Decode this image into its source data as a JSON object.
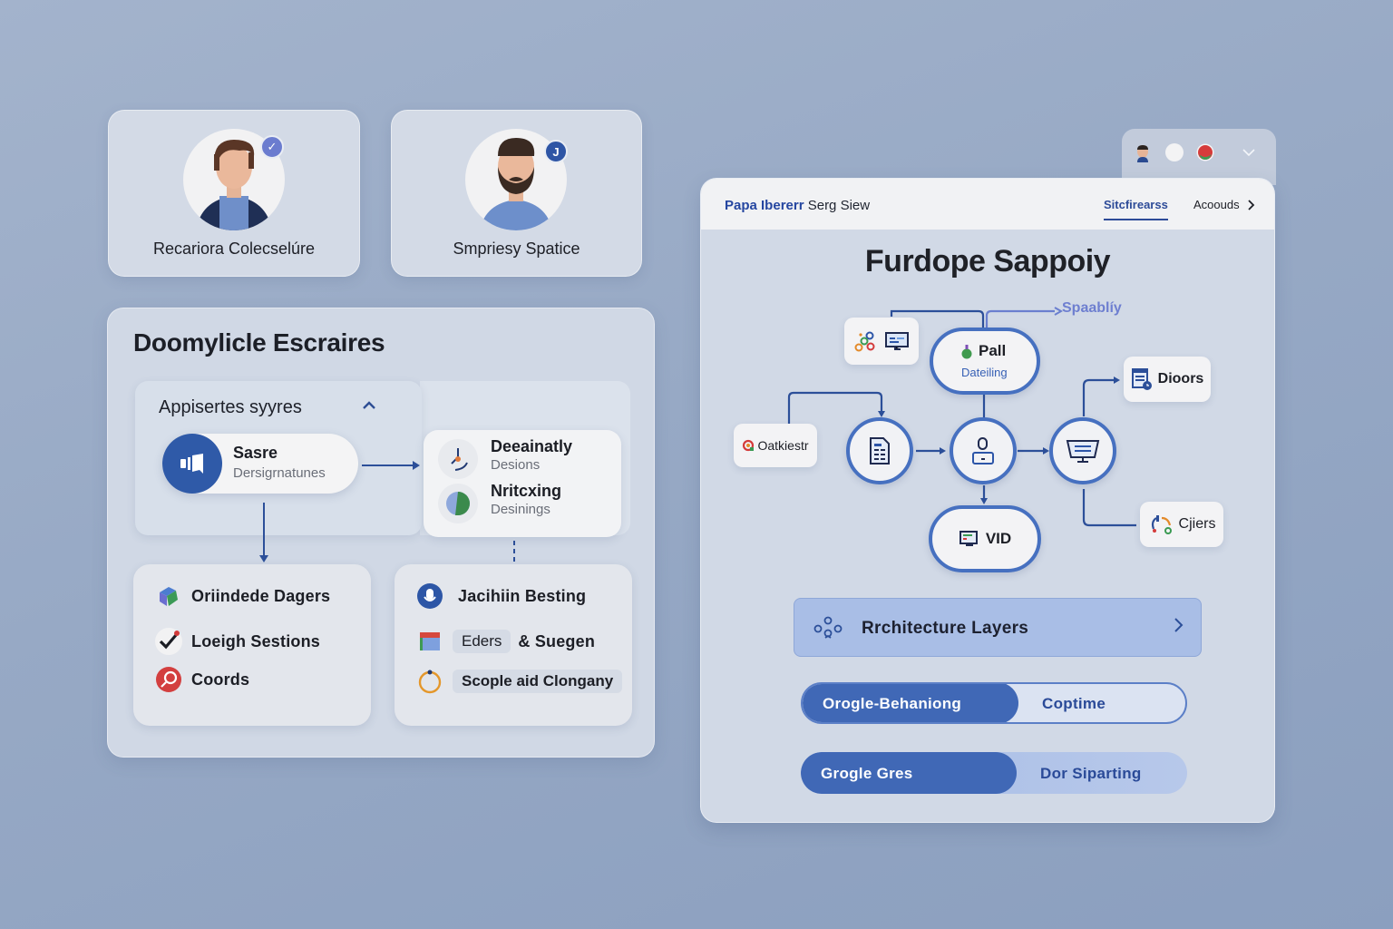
{
  "profiles": [
    {
      "name": "Recariora Colecselúre",
      "badge": "✓",
      "badge_color": "#6b7ccf",
      "badge_icon": "check-icon"
    },
    {
      "name": "Smpriesy Spatice",
      "badge": "J",
      "badge_color": "#2e55a5",
      "badge_icon": "initial-icon"
    }
  ],
  "left_panel": {
    "title": "Doomylicle Escraires",
    "section": {
      "title": "Appisertes syyres",
      "collapse_icon": "chevron-up-icon",
      "main_item": {
        "title": "Sasre",
        "subtitle": "Dersigrnatunes",
        "icon": "megaphone-icon"
      }
    },
    "status_items": [
      {
        "title": "Deeainatly",
        "subtitle": "Desions",
        "icon": "clock-icon"
      },
      {
        "title": "Nritcxing",
        "subtitle": "Desinings",
        "icon": "pie-chart-icon"
      }
    ],
    "list_left": [
      {
        "label": "Oriindede Dagers",
        "icon": "cube-icon"
      },
      {
        "label": "Loeigh Sestions",
        "icon": "checkmark-icon"
      },
      {
        "label": "Coords",
        "icon": "search-icon"
      }
    ],
    "list_right": [
      {
        "label": "Jacihiin Besting",
        "icon": "microphone-icon"
      },
      {
        "label": "Eders",
        "suffix": "& Suegen",
        "icon": "mail-icon"
      },
      {
        "label": "Scople aid Clongany",
        "icon": "ring-icon"
      }
    ]
  },
  "window_controls": {
    "chevron": "⌄"
  },
  "right_window": {
    "brand_bold": "Papa Ibererr",
    "brand_rest": "Serg Siew",
    "tabs": [
      {
        "label": "Sitcfirearss",
        "active": true
      },
      {
        "label": "Acoouds",
        "active": false
      }
    ],
    "hero_title": "Furdope Sappoiy",
    "diagram": {
      "spaablity_label": "Spaablíy",
      "top_node": {
        "title": "Pall",
        "subtitle": "Dateiling"
      },
      "left_box_label": "Oatkiestr",
      "right_top_label": "Dioors",
      "right_bottom_label": "Cjiers",
      "bottom_node": "VID"
    },
    "arch_bar": {
      "label": "Rrchitecture Layers",
      "chevron": "›"
    },
    "segments": [
      {
        "left": "Orogle-Behaniong",
        "right": "Coptime"
      },
      {
        "left": "Grogle Gres",
        "right": "Dor Siparting"
      }
    ]
  },
  "colors": {
    "accent": "#2f5aa8",
    "node_border": "#4670c0",
    "background": "#97a9c5",
    "card": "#d3dae6"
  }
}
